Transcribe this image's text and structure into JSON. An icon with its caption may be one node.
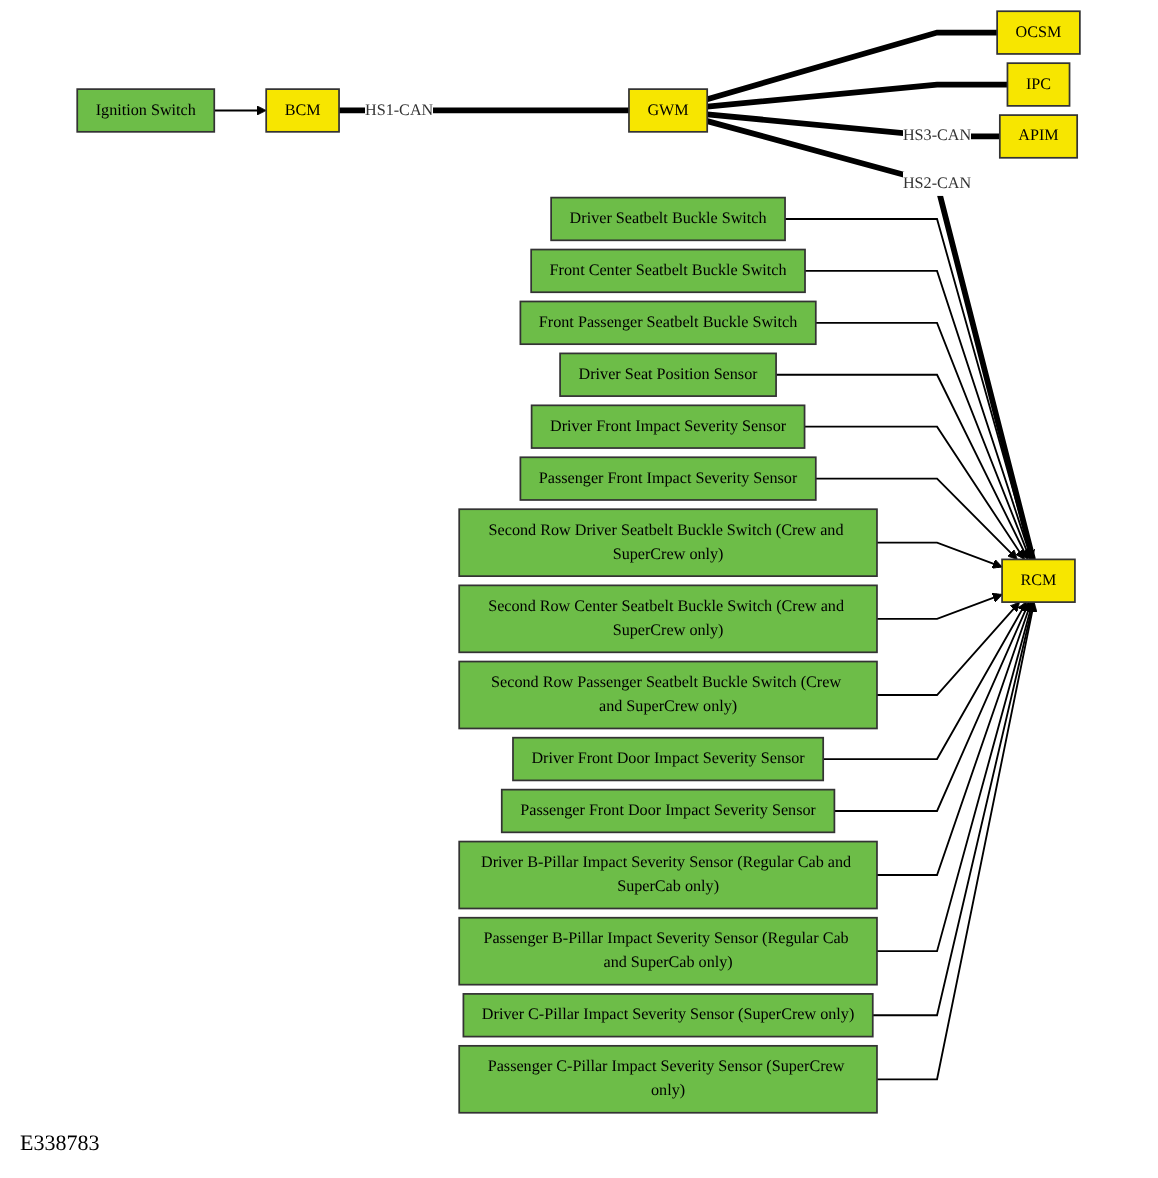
{
  "diagram": {
    "nodes": [
      {
        "text": [
          "GWM"
        ]
      },
      {
        "text": [
          "APIM"
        ]
      },
      {
        "text": [
          "IPC"
        ]
      },
      {
        "text": [
          "BCM"
        ]
      },
      {
        "text": [
          "Ignition Switch"
        ]
      },
      {
        "text": [
          "OCSM"
        ]
      },
      {
        "text": [
          "RCM"
        ]
      },
      {
        "text": [
          "Driver Seatbelt Buckle Switch"
        ]
      },
      {
        "text": [
          "Front Center Seatbelt Buckle Switch"
        ]
      },
      {
        "text": [
          "Front Passenger Seatbelt Buckle Switch"
        ]
      },
      {
        "text": [
          "Driver Seat Position Sensor"
        ]
      },
      {
        "text": [
          "Driver Front Impact Severity Sensor"
        ]
      },
      {
        "text": [
          "Passenger Front Impact Severity Sensor"
        ]
      },
      {
        "text": [
          "Second Row Driver Seatbelt Buckle Switch (Crew and SuperCrew only)"
        ]
      },
      {
        "text": [
          "Second Row Center Seatbelt Buckle Switch (Crew and SuperCrew only)"
        ]
      },
      {
        "text": [
          "Second Row Passenger Seatbelt Buckle Switch (Crew and SuperCrew only)"
        ]
      },
      {
        "text": [
          "Driver Front Door Impact Severity Sensor"
        ]
      },
      {
        "text": [
          "Passenger Front Door Impact Severity Sensor"
        ]
      },
      {
        "text": [
          "Driver B-Pillar Impact Severity Sensor (Regular Cab and SuperCab only)"
        ]
      },
      {
        "text": [
          "Passenger B-Pillar Impact Severity Sensor (Regular Cab and SuperCab only)"
        ]
      },
      {
        "text": [
          "Driver C-Pillar Impact Severity Sensor (SuperCrew only)"
        ]
      },
      {
        "text": [
          "Passenger C-Pillar Impact Severity Sensor (SuperCrew only)"
        ]
      }
    ],
    "edges": [
      {
        "from": 3,
        "to": 0,
        "arrow": "none",
        "label": "HS1-CAN",
        "style": "thick"
      },
      {
        "from": 0,
        "to": 1,
        "arrow": "none",
        "label": "HS3-CAN",
        "style": "thick"
      },
      {
        "from": 0,
        "to": 2,
        "arrow": "none",
        "style": "thick"
      },
      {
        "from": 0,
        "to": 6,
        "arrow": "none",
        "label": "HS2-CAN",
        "style": "thick"
      },
      {
        "from": 0,
        "to": 5,
        "arrow": "none",
        "style": "thick"
      },
      {
        "from": 4,
        "to": 3,
        "arrow": "to"
      },
      {
        "from": 7,
        "to": 6,
        "arrow": "to"
      },
      {
        "from": 8,
        "to": 6,
        "arrow": "to"
      },
      {
        "from": 9,
        "to": 6,
        "arrow": "to"
      },
      {
        "from": 10,
        "to": 6,
        "arrow": "to"
      },
      {
        "from": 11,
        "to": 6,
        "arrow": "to"
      },
      {
        "from": 12,
        "to": 6,
        "arrow": "to"
      },
      {
        "from": 13,
        "to": 6,
        "arrow": "to"
      },
      {
        "from": 14,
        "to": 6,
        "arrow": "to"
      },
      {
        "from": 15,
        "to": 6,
        "arrow": "to"
      },
      {
        "from": 16,
        "to": 6,
        "arrow": "to"
      },
      {
        "from": 17,
        "to": 6,
        "arrow": "to"
      },
      {
        "from": 18,
        "to": 6,
        "arrow": "to"
      },
      {
        "from": 19,
        "to": 6,
        "arrow": "to"
      },
      {
        "from": 20,
        "to": 6,
        "arrow": "to"
      },
      {
        "from": 21,
        "to": 6,
        "arrow": "to"
      }
    ],
    "labels": [
      "E338783"
    ]
  }
}
